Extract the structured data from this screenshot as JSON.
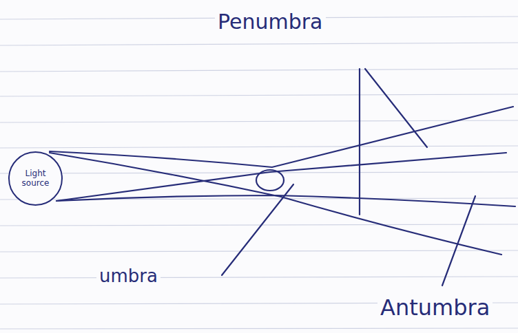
{
  "diagram": {
    "nodes": [
      {
        "text": [
          "Light source"
        ]
      }
    ],
    "labels": [
      "Penumbra",
      "umbra",
      "Antumbra"
    ]
  }
}
